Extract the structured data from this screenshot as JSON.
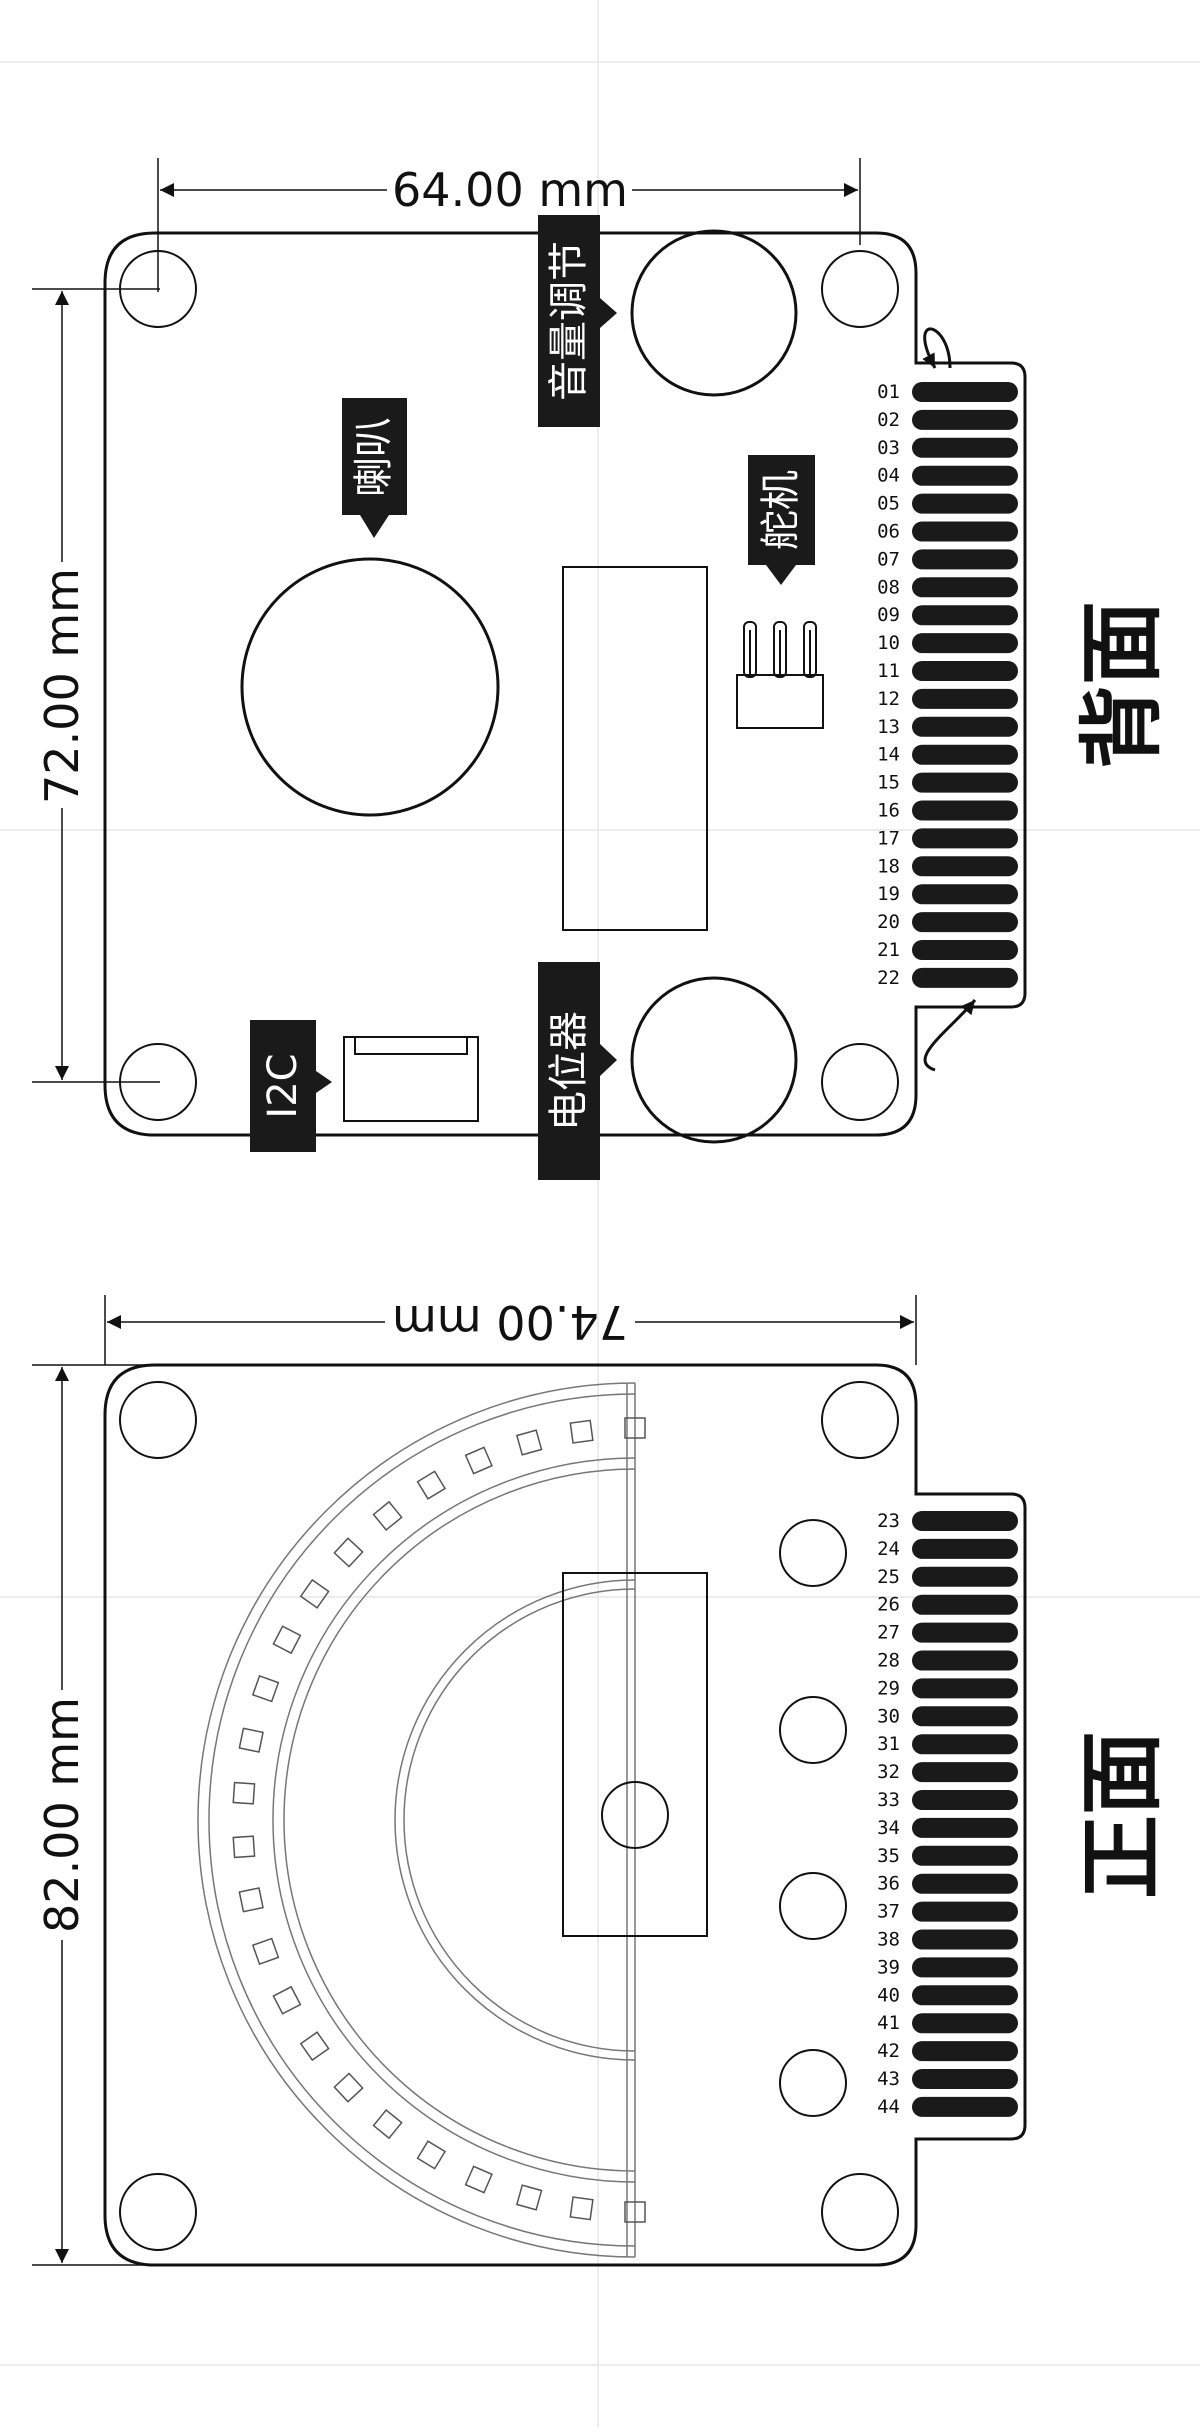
{
  "back": {
    "title": "背面",
    "width_label": "64.00 mm",
    "height_label": "72.00 mm",
    "pins": [
      "01",
      "02",
      "03",
      "04",
      "05",
      "06",
      "07",
      "08",
      "09",
      "10",
      "11",
      "12",
      "13",
      "14",
      "15",
      "16",
      "17",
      "18",
      "19",
      "20",
      "21",
      "22"
    ],
    "tags": {
      "volume": "音量调节",
      "speaker": "喇叭",
      "servo": "舵机",
      "i2c": "I2C",
      "potentiometer": "电位器"
    }
  },
  "front": {
    "title": "正面",
    "width_label": "74.00 mm",
    "height_label": "82.00 mm",
    "pins": [
      "23",
      "24",
      "25",
      "26",
      "27",
      "28",
      "29",
      "30",
      "31",
      "32",
      "33",
      "34",
      "35",
      "36",
      "37",
      "38",
      "39",
      "40",
      "41",
      "42",
      "43",
      "44"
    ]
  }
}
